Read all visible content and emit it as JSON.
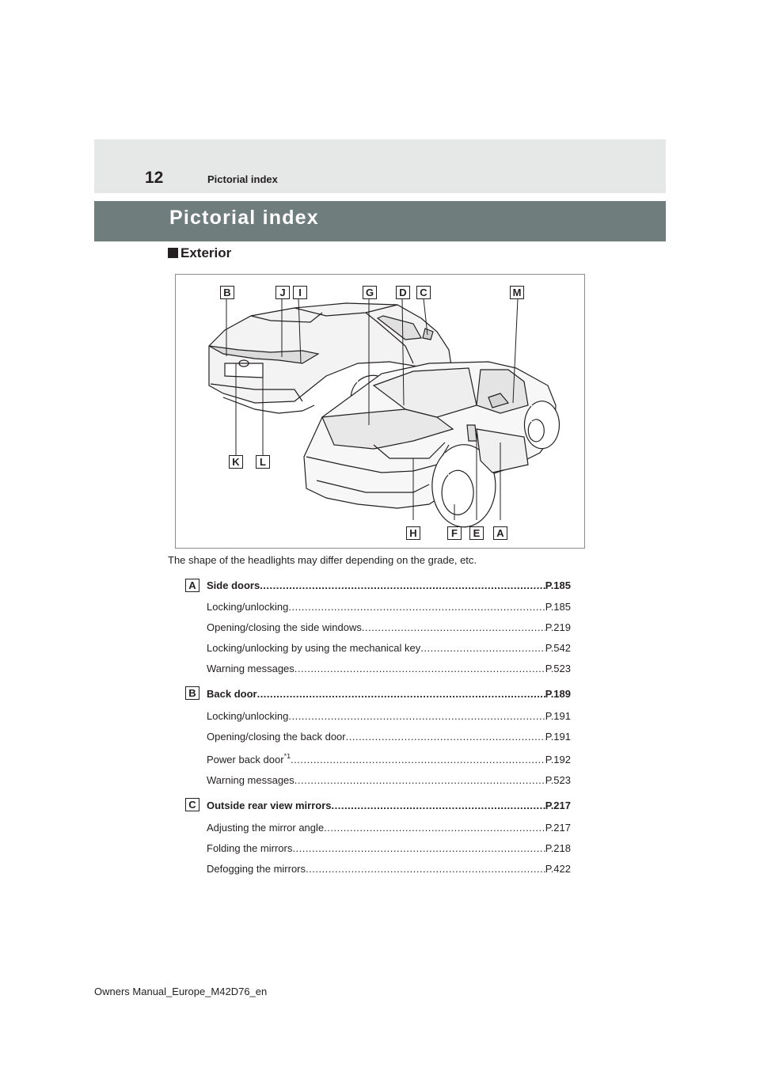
{
  "header": {
    "page_number": "12",
    "running_head": "Pictorial index"
  },
  "title": "Pictorial index",
  "section": "Exterior",
  "figure": {
    "callouts_top": [
      "B",
      "J",
      "I",
      "G",
      "D",
      "C",
      "M"
    ],
    "callouts_bottom_left": [
      "K",
      "L"
    ],
    "callouts_bottom_right": [
      "H",
      "F",
      "E",
      "A"
    ]
  },
  "caption": "The shape of the headlights may differ depending on the grade, etc.",
  "groups": [
    {
      "letter": "A",
      "title": "Side doors",
      "page": "P.185",
      "items": [
        {
          "label": "Locking/unlocking",
          "page": "P.185"
        },
        {
          "label": "Opening/closing the side windows",
          "page": "P.219"
        },
        {
          "label": "Locking/unlocking by using the mechanical key",
          "page": "P.542"
        },
        {
          "label": "Warning messages",
          "page": "P.523"
        }
      ]
    },
    {
      "letter": "B",
      "title": "Back door",
      "page": "P.189",
      "items": [
        {
          "label": "Locking/unlocking",
          "page": "P.191"
        },
        {
          "label": "Opening/closing the back door",
          "page": "P.191"
        },
        {
          "label": "Power back door",
          "sup": "*1",
          "page": "P.192"
        },
        {
          "label": "Warning messages",
          "page": "P.523"
        }
      ]
    },
    {
      "letter": "C",
      "title": "Outside rear view mirrors",
      "page": "P.217",
      "items": [
        {
          "label": "Adjusting the mirror angle",
          "page": "P.217"
        },
        {
          "label": "Folding the mirrors",
          "page": "P.218"
        },
        {
          "label": "Defogging the mirrors",
          "page": "P.422"
        }
      ]
    }
  ],
  "footer": "Owners Manual_Europe_M42D76_en"
}
